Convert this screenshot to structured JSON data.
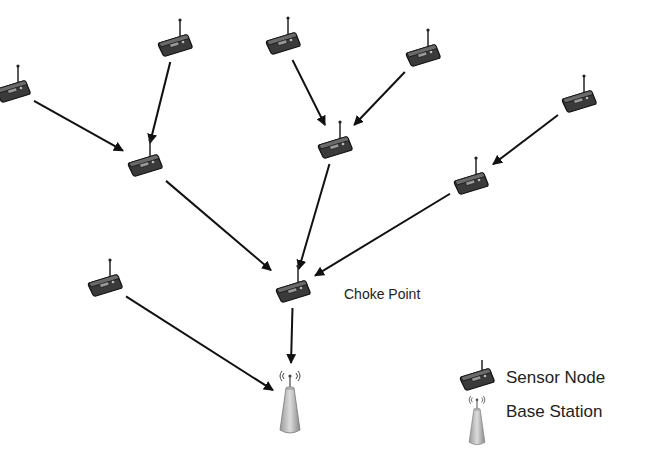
{
  "diagram": {
    "nodes": [
      {
        "text": []
      },
      {
        "text": []
      },
      {
        "text": []
      },
      {
        "text": []
      },
      {
        "text": []
      },
      {
        "text": []
      },
      {
        "text": []
      },
      {
        "text": []
      },
      {
        "text": []
      },
      {
        "text": [
          "Choke Point"
        ]
      },
      {
        "text": []
      }
    ],
    "edges": [
      {
        "from": 0,
        "to": 5,
        "arrow": "to"
      },
      {
        "from": 1,
        "to": 5,
        "arrow": "to"
      },
      {
        "from": 2,
        "to": 6,
        "arrow": "to"
      },
      {
        "from": 3,
        "to": 6,
        "arrow": "to"
      },
      {
        "from": 4,
        "to": 7,
        "arrow": "to"
      },
      {
        "from": 5,
        "to": 9,
        "arrow": "to"
      },
      {
        "from": 6,
        "to": 9,
        "arrow": "to"
      },
      {
        "from": 7,
        "to": 9,
        "arrow": "to"
      },
      {
        "from": 9,
        "to": 10,
        "arrow": "to"
      },
      {
        "from": 8,
        "to": 10,
        "arrow": "to"
      }
    ],
    "legend": [
      {
        "text": "Sensor Node"
      },
      {
        "text": "Base Station"
      }
    ]
  }
}
